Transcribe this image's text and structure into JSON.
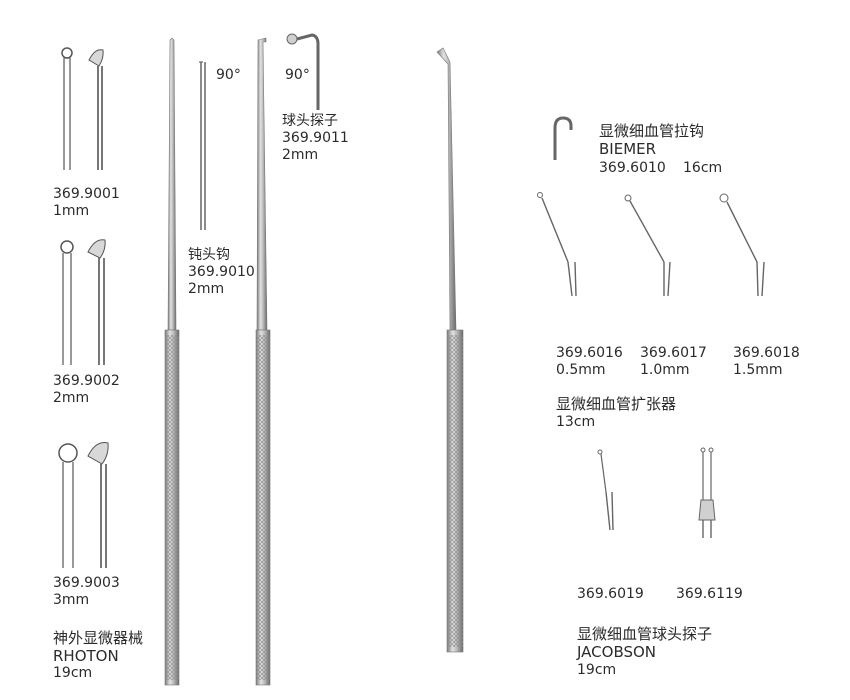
{
  "rhoton": {
    "items": [
      {
        "code": "369.9001",
        "size": "1mm"
      },
      {
        "code": "369.9002",
        "size": "2mm"
      },
      {
        "code": "369.9003",
        "size": "3mm"
      }
    ],
    "title_cn": "神外显微器械",
    "title_en": "RHOTON",
    "length": "19cm"
  },
  "blunt_hook": {
    "angle": "90°",
    "name_cn": "钝头钩",
    "code": "369.9010",
    "size": "2mm"
  },
  "ball_probe": {
    "angle": "90°",
    "name_cn": "球头探子",
    "code": "369.9011",
    "size": "2mm"
  },
  "biemer": {
    "name_cn": "显微细血管拉钩",
    "name_en": "BIEMER",
    "code": "369.6010",
    "length": "16cm"
  },
  "dilator": {
    "items": [
      {
        "code": "369.6016",
        "size": "0.5mm"
      },
      {
        "code": "369.6017",
        "size": "1.0mm"
      },
      {
        "code": "369.6018",
        "size": "1.5mm"
      }
    ],
    "name_cn": "显微细血管扩张器",
    "length": "13cm"
  },
  "jacobson": {
    "codes": [
      "369.6019",
      "369.6119"
    ],
    "name_cn": "显微细血管球头探子",
    "name_en": "JACOBSON",
    "length": "19cm"
  },
  "colors": {
    "steel_dark": "#6e6e6e",
    "steel_light": "#d4d4d4",
    "text": "#2b2b2b"
  }
}
